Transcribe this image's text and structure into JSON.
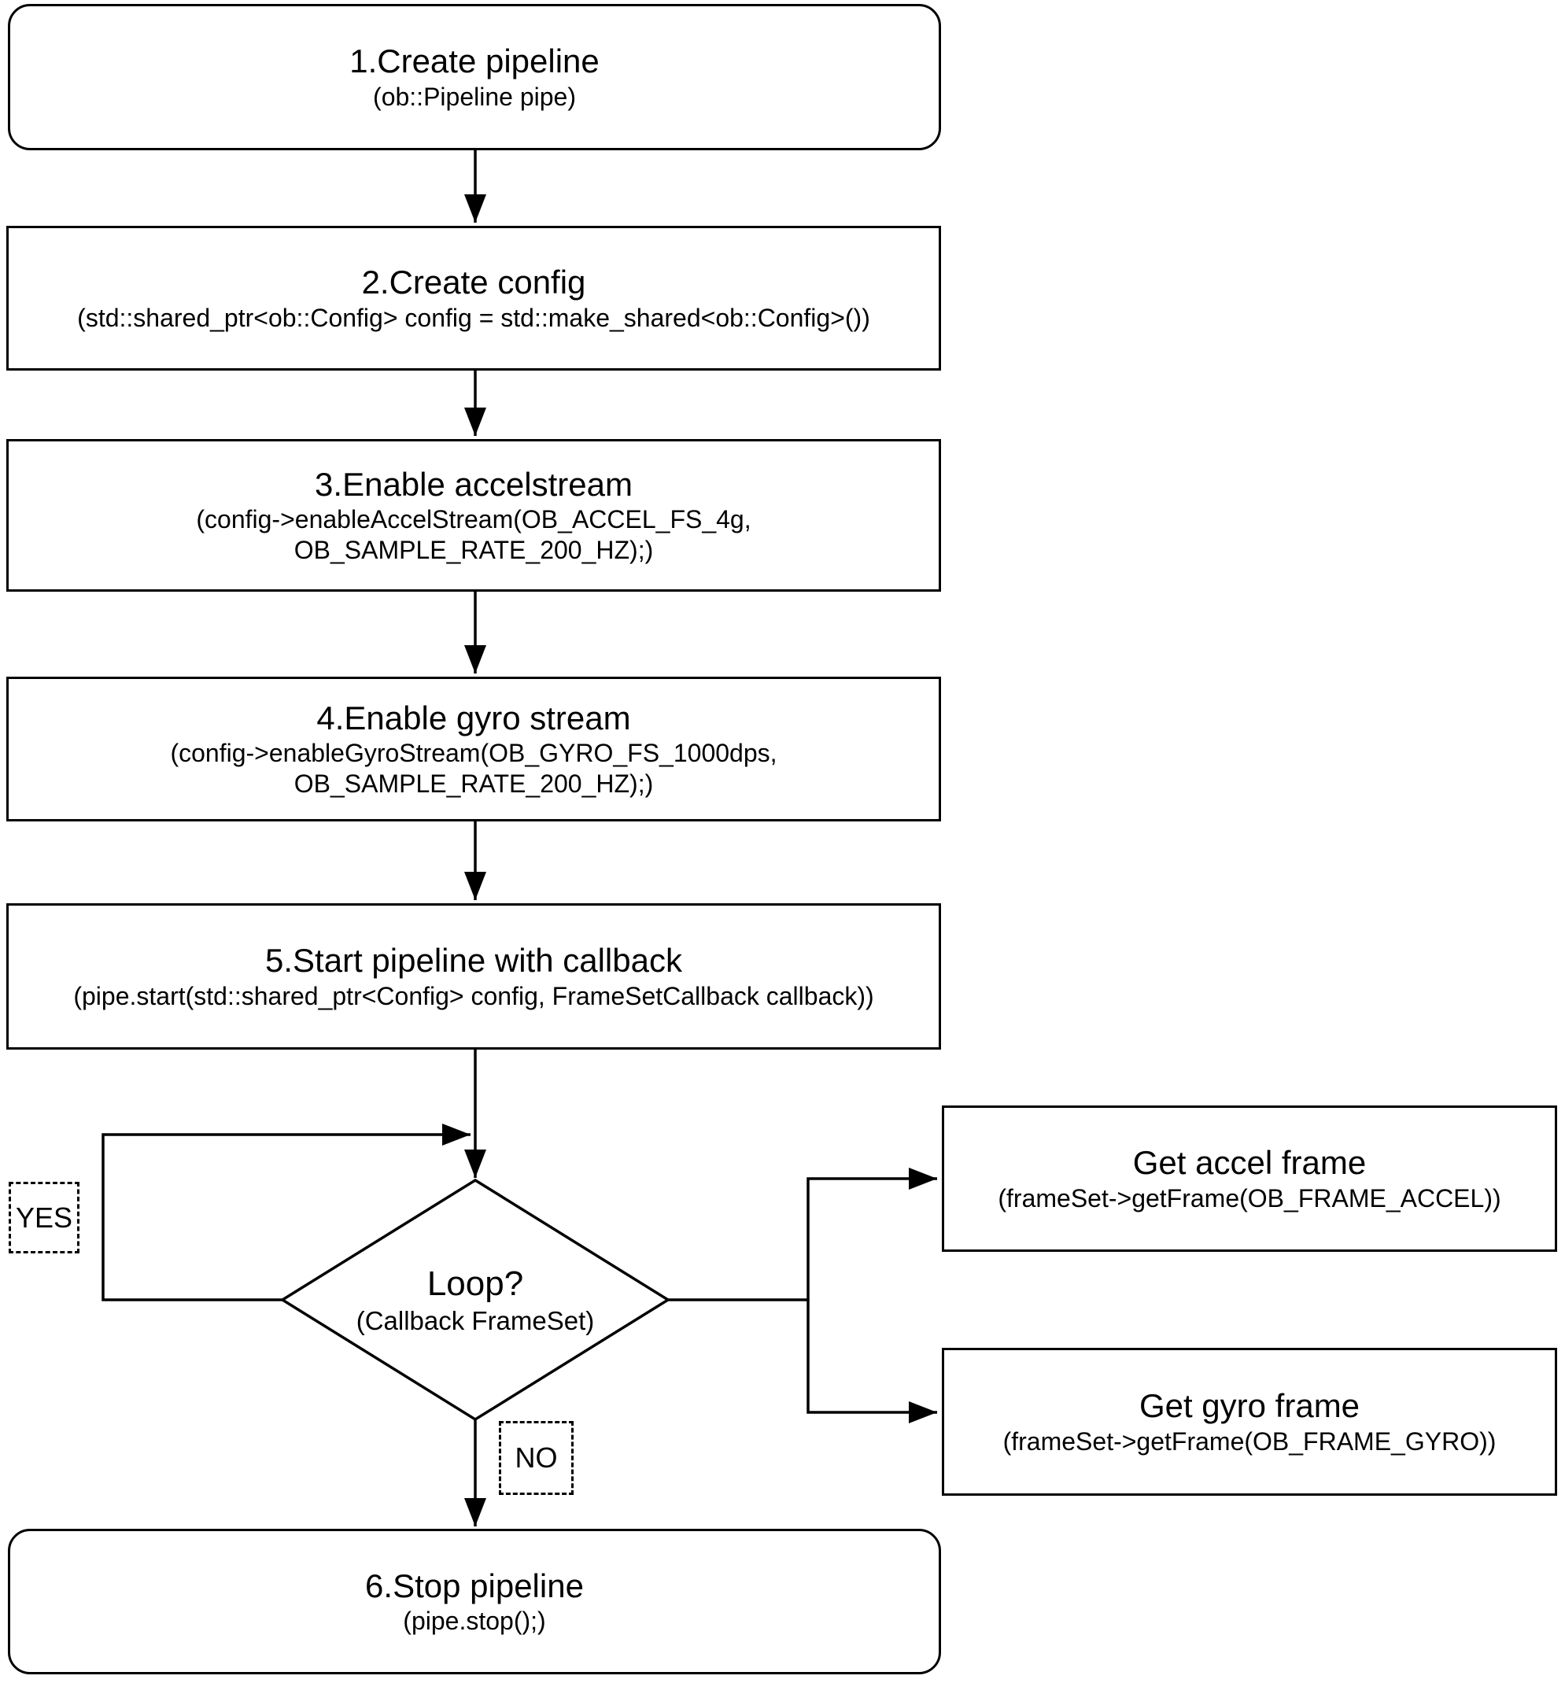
{
  "colors": {
    "stroke": "#000000",
    "background": "#ffffff",
    "text": "#000000"
  },
  "steps": [
    {
      "title": "1.Create pipeline",
      "code": [
        "(ob::Pipeline pipe)"
      ]
    },
    {
      "title": "2.Create config",
      "code": [
        "(std::shared_ptr<ob::Config> config = std::make_shared<ob::Config>())"
      ]
    },
    {
      "title": "3.Enable accelstream",
      "code": [
        "(config->enableAccelStream(OB_ACCEL_FS_4g,",
        "OB_SAMPLE_RATE_200_HZ);)"
      ]
    },
    {
      "title": "4.Enable gyro stream",
      "code": [
        "(config->enableGyroStream(OB_GYRO_FS_1000dps,",
        "OB_SAMPLE_RATE_200_HZ);)"
      ]
    },
    {
      "title": "5.Start pipeline with callback",
      "code": [
        "(pipe.start(std::shared_ptr<Config> config, FrameSetCallback callback))"
      ]
    },
    {
      "title": "6.Stop pipeline",
      "code": [
        "(pipe.stop();)"
      ]
    }
  ],
  "decision": {
    "title": "Loop?",
    "subtitle": "(Callback FrameSet)",
    "yes_label": "YES",
    "no_label": "NO"
  },
  "callbacks": [
    {
      "title": "Get accel frame",
      "code": "(frameSet->getFrame(OB_FRAME_ACCEL))"
    },
    {
      "title": "Get gyro frame",
      "code": "(frameSet->getFrame(OB_FRAME_GYRO))"
    }
  ]
}
